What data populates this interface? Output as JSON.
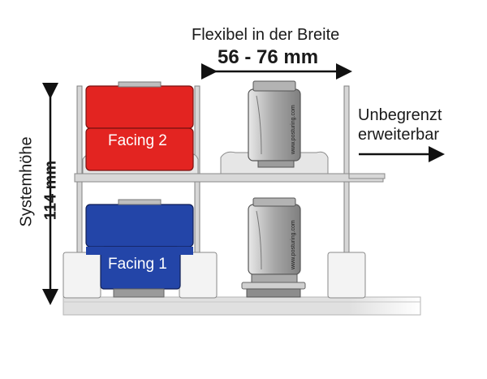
{
  "width_annotation": {
    "caption": "Flexibel in der Breite",
    "value": "56 - 76 mm"
  },
  "expand_annotation": {
    "line1": "Unbegrenzt",
    "line2": "erweiterbar"
  },
  "height_annotation": {
    "caption": "Systemhöhe",
    "value": "114 mm"
  },
  "facings": [
    {
      "label": "Facing 2",
      "color": "#e32421"
    },
    {
      "label": "Facing 1",
      "color": "#2345a8"
    }
  ],
  "product_brand": "www.posturing.com",
  "colors": {
    "rail": "#cfd0d2",
    "base": "#e0e0e0",
    "dark_gray": "#8c8c8c",
    "arrow": "#111111"
  }
}
